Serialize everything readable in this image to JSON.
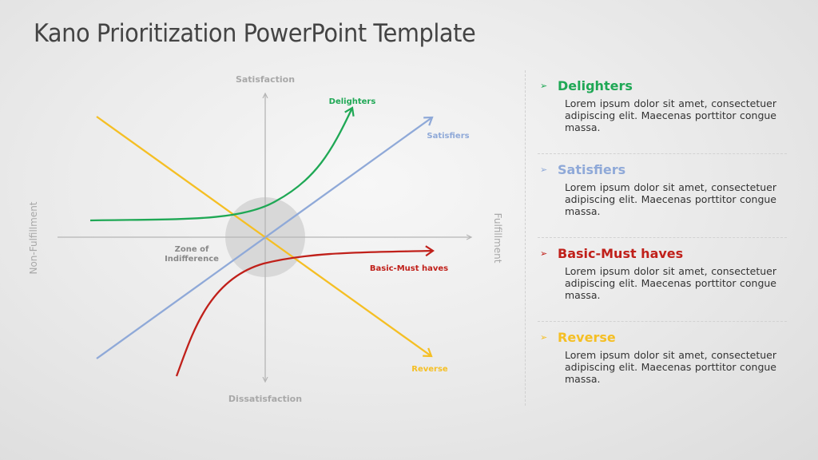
{
  "slide": {
    "title": "Kano Prioritization PowerPoint Template"
  },
  "diagram": {
    "axes": {
      "top": "Satisfaction",
      "bottom": "Dissatisfaction",
      "left": "Non-Fulfillment",
      "right": "Fulfillment"
    },
    "zone_label_line1": "Zone of",
    "zone_label_line2": "Indifference",
    "curves": [
      {
        "name": "Delighters",
        "label": "Delighters",
        "color": "#1fa855"
      },
      {
        "name": "Satisfiers",
        "label": "Satisfiers",
        "color": "#8fa9d8"
      },
      {
        "name": "Basic-Must haves",
        "label": "Basic-Must haves",
        "color": "#c0201a"
      },
      {
        "name": "Reverse",
        "label": "Reverse",
        "color": "#f5bf24"
      }
    ]
  },
  "panel": {
    "items": [
      {
        "title": "Delighters",
        "color": "#1fa855",
        "body": "Lorem ipsum dolor sit amet, consectetuer adipiscing elit. Maecenas porttitor congue massa."
      },
      {
        "title": "Satisfiers",
        "color": "#8fa9d8",
        "body": "Lorem ipsum dolor sit amet, consectetuer adipiscing elit. Maecenas porttitor congue massa."
      },
      {
        "title": "Basic-Must haves",
        "color": "#c0201a",
        "body": "Lorem ipsum dolor sit amet, consectetuer adipiscing elit. Maecenas porttitor congue massa."
      },
      {
        "title": "Reverse",
        "color": "#f5bf24",
        "body": "Lorem ipsum dolor sit amet, consectetuer adipiscing elit. Maecenas porttitor congue massa."
      }
    ],
    "bullet_glyph": "➢"
  }
}
